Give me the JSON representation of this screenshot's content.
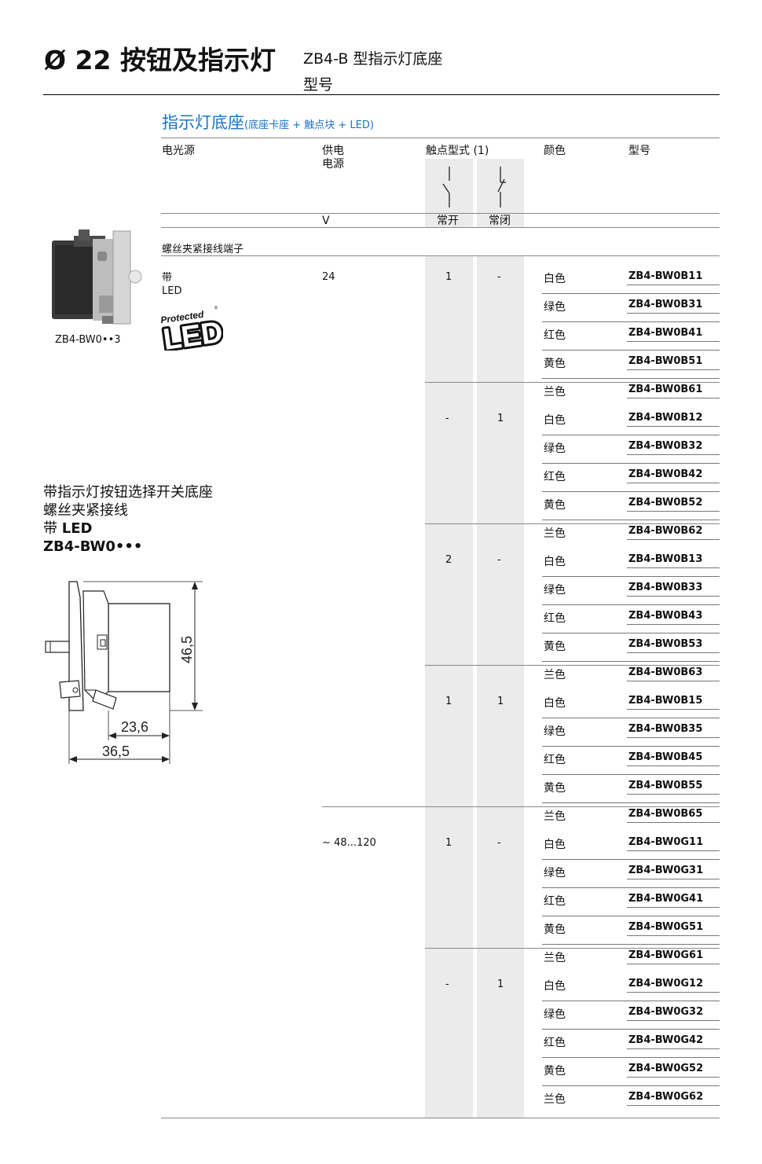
{
  "header": {
    "title": "Ø 22 按钮及指示灯",
    "subtitle_line1": "ZB4-B 型指示灯底座",
    "subtitle_line2": "型号"
  },
  "section": {
    "title": "指示灯底座",
    "title_note": "(底座卡座 + 触点块 + LED)"
  },
  "columns": {
    "light_source": "电光源",
    "supply_line1": "供电",
    "supply_line2": "电源",
    "contact_type": "触点型式 (1)",
    "color": "颜色",
    "reference": "型号",
    "unit_v": "V",
    "no": "常开",
    "nc": "常闭"
  },
  "connection_label": "螺丝夹紧接线端子",
  "light_source_value_line1": "带",
  "light_source_value_line2": "LED",
  "protected_led_logo": "Protected LED",
  "photo_caption": "ZB4-BW0••3",
  "left_description": {
    "line1": "带指示灯按钮选择开关底座",
    "line2": "螺丝夹紧接线",
    "line3_prefix": "带",
    "line3_bold": "LED",
    "line4": "ZB4-BW0•••"
  },
  "dimensions": {
    "height": "46,5",
    "depth_inner": "23,6",
    "depth_total": "36,5"
  },
  "groups": [
    {
      "voltage": "24",
      "no": "1",
      "nc": "-",
      "rows": [
        {
          "color": "白色",
          "ref": "ZB4-BW0B11"
        },
        {
          "color": "绿色",
          "ref": "ZB4-BW0B31"
        },
        {
          "color": "红色",
          "ref": "ZB4-BW0B41"
        },
        {
          "color": "黄色",
          "ref": "ZB4-BW0B51"
        },
        {
          "color": "兰色",
          "ref": "ZB4-BW0B61"
        }
      ]
    },
    {
      "voltage": "",
      "no": "-",
      "nc": "1",
      "rows": [
        {
          "color": "白色",
          "ref": "ZB4-BW0B12"
        },
        {
          "color": "绿色",
          "ref": "ZB4-BW0B32"
        },
        {
          "color": "红色",
          "ref": "ZB4-BW0B42"
        },
        {
          "color": "黄色",
          "ref": "ZB4-BW0B52"
        },
        {
          "color": "兰色",
          "ref": "ZB4-BW0B62"
        }
      ]
    },
    {
      "voltage": "",
      "no": "2",
      "nc": "-",
      "rows": [
        {
          "color": "白色",
          "ref": "ZB4-BW0B13"
        },
        {
          "color": "绿色",
          "ref": "ZB4-BW0B33"
        },
        {
          "color": "红色",
          "ref": "ZB4-BW0B43"
        },
        {
          "color": "黄色",
          "ref": "ZB4-BW0B53"
        },
        {
          "color": "兰色",
          "ref": "ZB4-BW0B63"
        }
      ]
    },
    {
      "voltage": "",
      "no": "1",
      "nc": "1",
      "rows": [
        {
          "color": "白色",
          "ref": "ZB4-BW0B15"
        },
        {
          "color": "绿色",
          "ref": "ZB4-BW0B35"
        },
        {
          "color": "红色",
          "ref": "ZB4-BW0B45"
        },
        {
          "color": "黄色",
          "ref": "ZB4-BW0B55"
        },
        {
          "color": "兰色",
          "ref": "ZB4-BW0B65"
        }
      ]
    },
    {
      "voltage": "~ 48...120",
      "no": "1",
      "nc": "-",
      "rows": [
        {
          "color": "白色",
          "ref": "ZB4-BW0G11"
        },
        {
          "color": "绿色",
          "ref": "ZB4-BW0G31"
        },
        {
          "color": "红色",
          "ref": "ZB4-BW0G41"
        },
        {
          "color": "黄色",
          "ref": "ZB4-BW0G51"
        },
        {
          "color": "兰色",
          "ref": "ZB4-BW0G61"
        }
      ]
    },
    {
      "voltage": "",
      "no": "-",
      "nc": "1",
      "rows": [
        {
          "color": "白色",
          "ref": "ZB4-BW0G12"
        },
        {
          "color": "绿色",
          "ref": "ZB4-BW0G32"
        },
        {
          "color": "红色",
          "ref": "ZB4-BW0G42"
        },
        {
          "color": "黄色",
          "ref": "ZB4-BW0G52"
        },
        {
          "color": "兰色",
          "ref": "ZB4-BW0G62"
        }
      ]
    }
  ],
  "accent_color": "#1a73c8"
}
